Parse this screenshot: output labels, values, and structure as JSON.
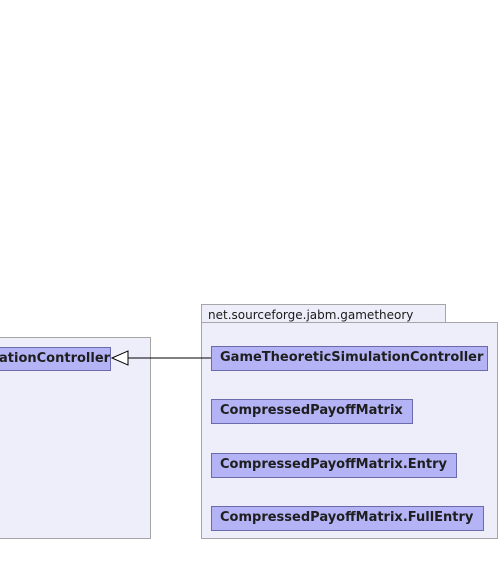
{
  "left_package": {
    "class_label": "ationController"
  },
  "right_package": {
    "name": "net.sourceforge.jabm.gametheory",
    "classes": [
      "GameTheoreticSimulationController",
      "CompressedPayoffMatrix",
      "CompressedPayoffMatrix.Entry",
      "CompressedPayoffMatrix.FullEntry"
    ]
  },
  "colors": {
    "package_fill": "#eeeefa",
    "package_border": "#a6a6a6",
    "class_fill": "#b3b3f5",
    "class_border": "#6b6bab"
  },
  "relations": [
    {
      "type": "generalization",
      "from": "GameTheoreticSimulationController",
      "to": "ationController"
    }
  ]
}
